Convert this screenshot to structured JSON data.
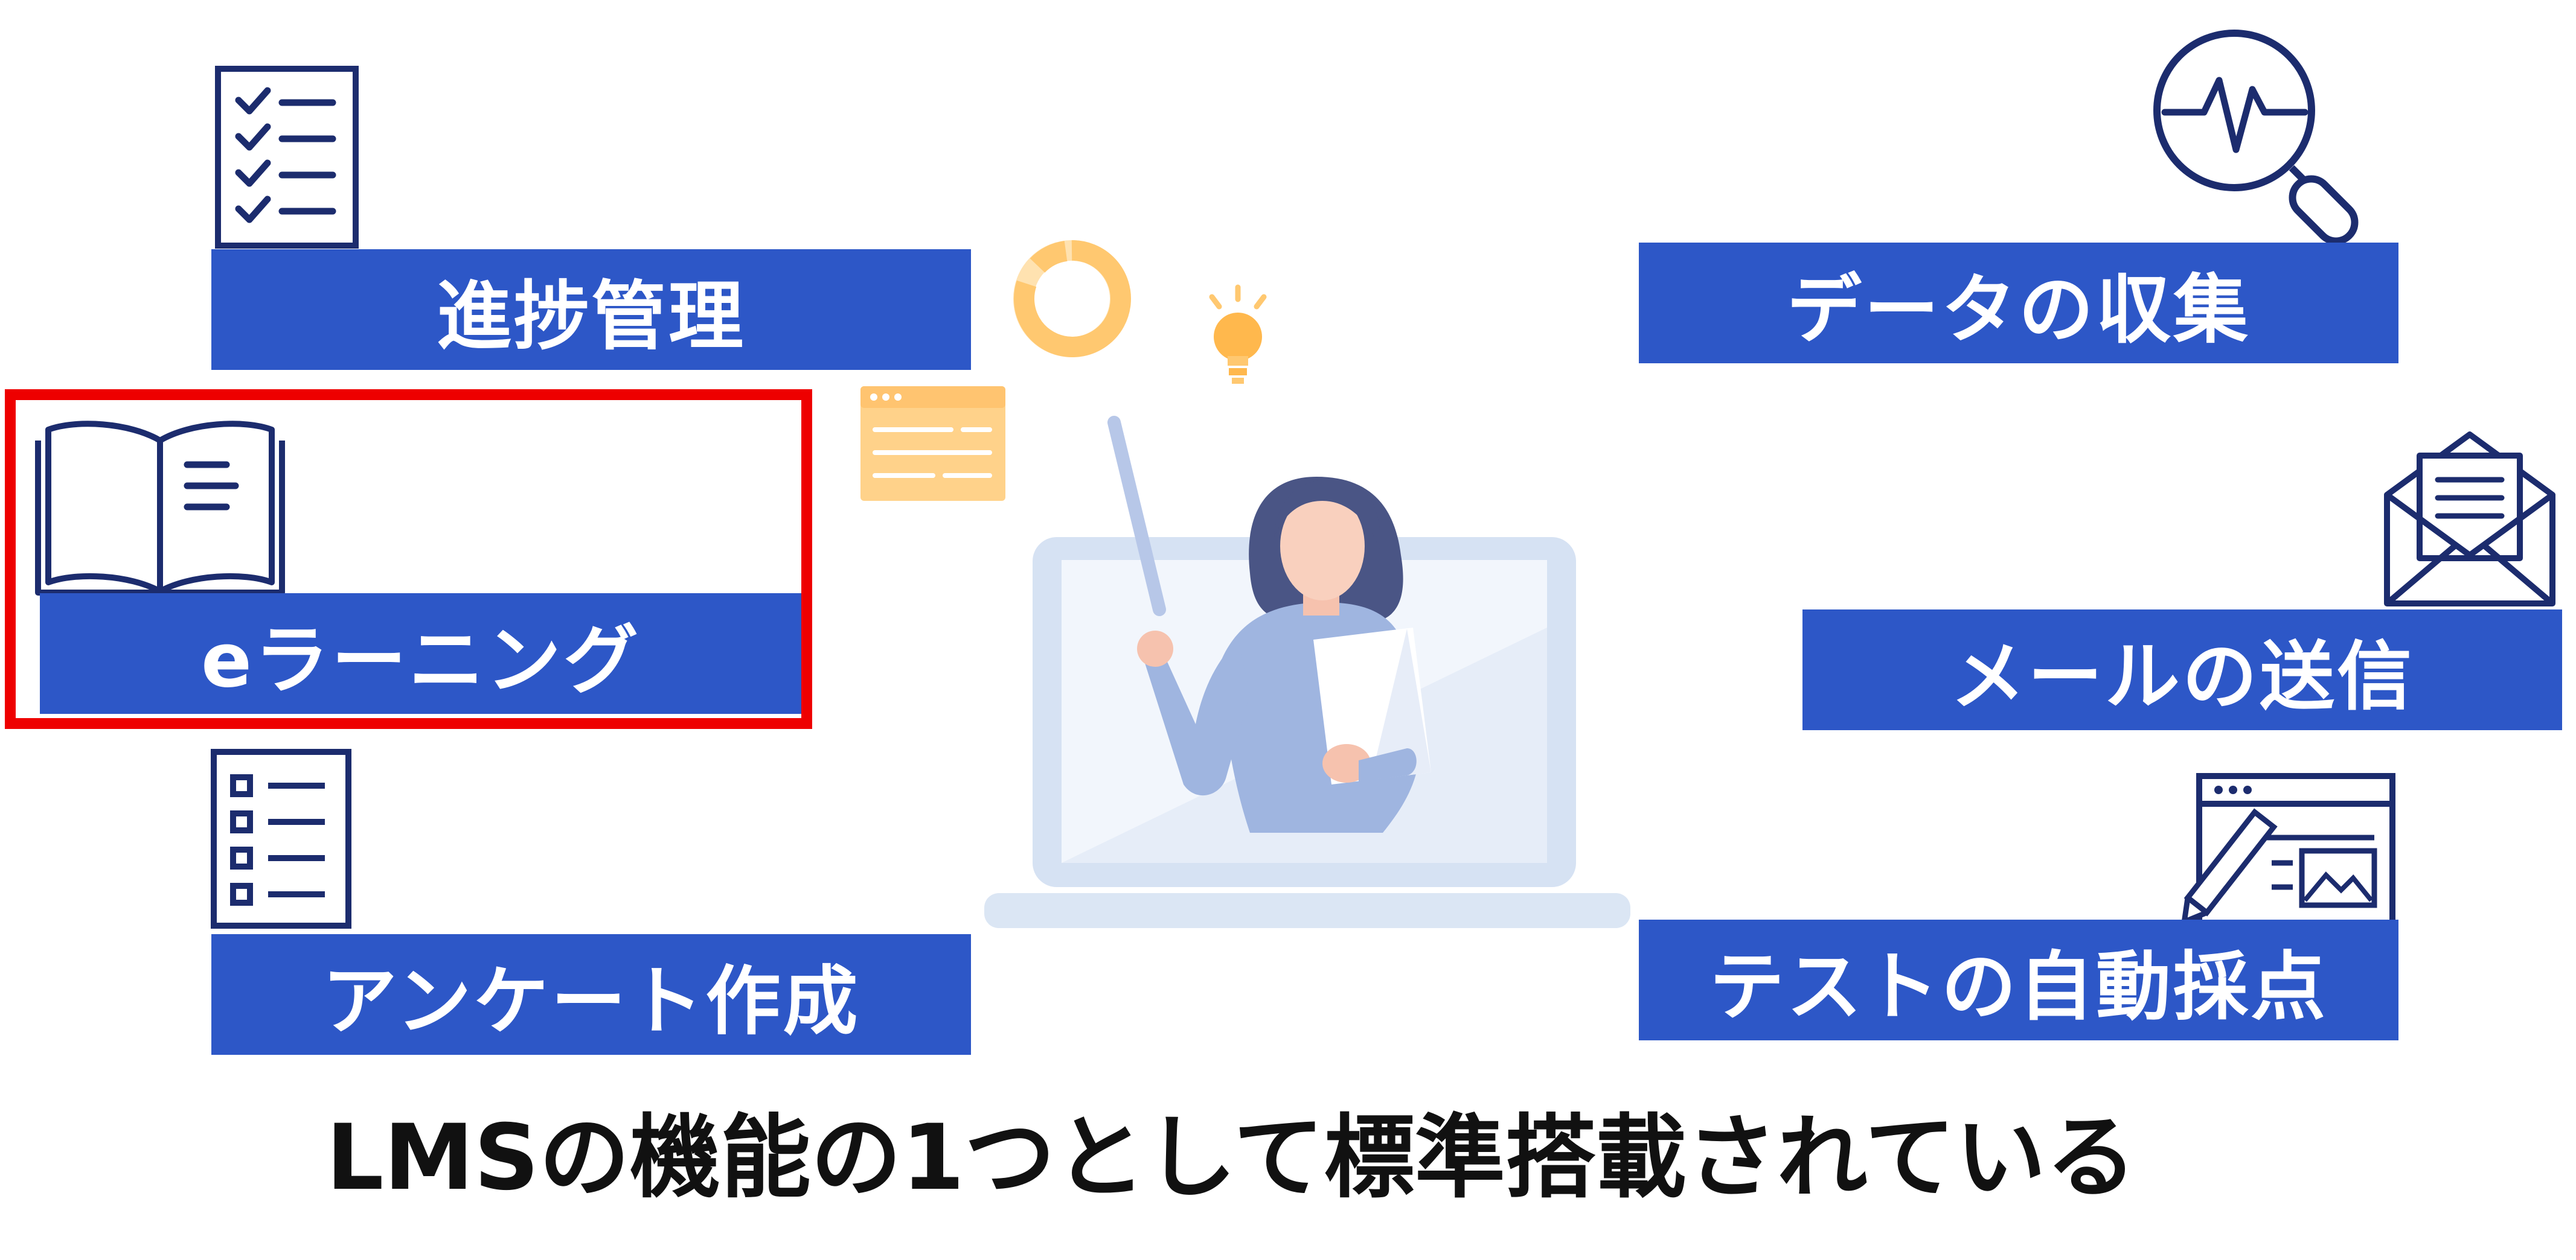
{
  "features": {
    "progress": "進捗管理",
    "elearning": "eラーニング",
    "survey": "アンケート作成",
    "data": "データの収集",
    "mail": "メールの送信",
    "test": "テストの自動採点"
  },
  "caption": "LMSの機能の1つとして標準搭載されている",
  "colors": {
    "label_bg": "#2d57c7",
    "icon_stroke": "#1c2c6e",
    "highlight": "#ee0000",
    "accent": "#ffc870"
  },
  "highlighted_feature": "eラーニング"
}
